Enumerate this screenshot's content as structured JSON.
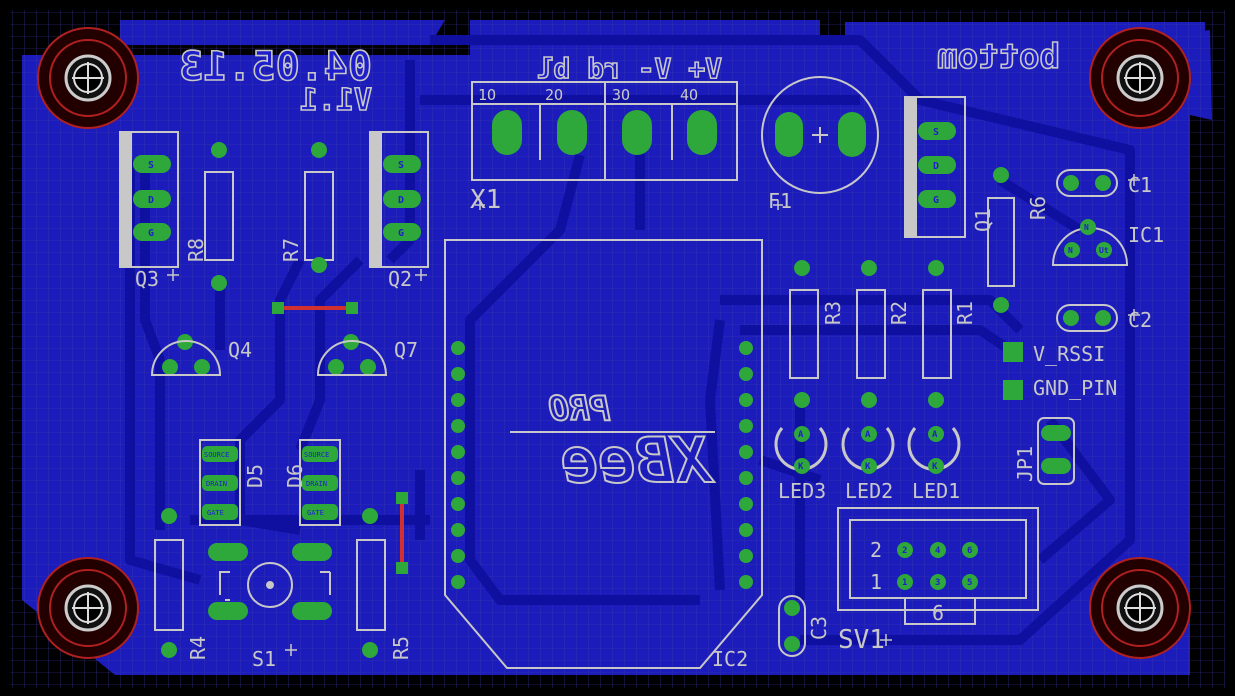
{
  "colors": {
    "background": "#000000",
    "grid": "#3a3aa8",
    "copper": "#1e1ecc",
    "trace": "#1a1aa0",
    "pad": "#2ea83a",
    "silk": "#c8c8c8",
    "jumper": "#d03030",
    "hole_ring": "#b02020"
  },
  "texts": {
    "date_mirrored": "04.05.13",
    "version_mirrored": "V1.1",
    "header_mirrored": "V+ V- rd bl",
    "bottom_label": "bottom",
    "xbee_brand": "XBee",
    "xbee_pro": "PRO",
    "x1_pins": [
      "1O",
      "2O",
      "3O",
      "4O"
    ]
  },
  "labels": [
    {
      "id": "x1",
      "text": "X1"
    },
    {
      "id": "f1",
      "text": "F1"
    },
    {
      "id": "q1",
      "text": "Q1"
    },
    {
      "id": "q2",
      "text": "Q2"
    },
    {
      "id": "q3",
      "text": "Q3"
    },
    {
      "id": "q4",
      "text": "Q4"
    },
    {
      "id": "q7",
      "text": "Q7"
    },
    {
      "id": "r1",
      "text": "R1"
    },
    {
      "id": "r2",
      "text": "R2"
    },
    {
      "id": "r3",
      "text": "R3"
    },
    {
      "id": "r4",
      "text": "R4"
    },
    {
      "id": "r5",
      "text": "R5"
    },
    {
      "id": "r6",
      "text": "R6"
    },
    {
      "id": "r7",
      "text": "R7"
    },
    {
      "id": "r8",
      "text": "R8"
    },
    {
      "id": "c1",
      "text": "C1"
    },
    {
      "id": "c2",
      "text": "C2"
    },
    {
      "id": "c3",
      "text": "C3"
    },
    {
      "id": "ic1",
      "text": "IC1"
    },
    {
      "id": "ic2",
      "text": "IC2"
    },
    {
      "id": "d5",
      "text": "D5"
    },
    {
      "id": "d6",
      "text": "D6"
    },
    {
      "id": "s1",
      "text": "S1"
    },
    {
      "id": "sv1",
      "text": "SV1"
    },
    {
      "id": "jp1",
      "text": "JP1"
    },
    {
      "id": "led1",
      "text": "LED1"
    },
    {
      "id": "led2",
      "text": "LED2"
    },
    {
      "id": "led3",
      "text": "LED3"
    },
    {
      "id": "vrssi",
      "text": "V_RSSI"
    },
    {
      "id": "gndpin",
      "text": "GND_PIN"
    }
  ],
  "pad_labels": {
    "sdg": [
      "S",
      "D",
      "G"
    ],
    "mosfet_smd": [
      "SOURCE",
      "DRAIN",
      "GATE"
    ],
    "led": [
      "A",
      "K"
    ],
    "ic1": [
      "N",
      "N",
      "Ut"
    ],
    "sv1_top": [
      "2",
      "4",
      "6"
    ],
    "sv1_bottom": [
      "1",
      "3",
      "5"
    ],
    "sv1_side": [
      "2",
      "1"
    ],
    "sv1_bottom_num": "6"
  }
}
